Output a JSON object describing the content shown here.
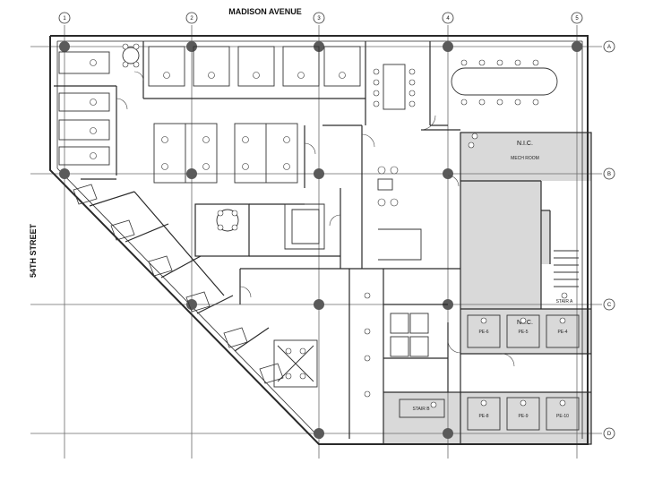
{
  "streets": {
    "north": "MADISON AVENUE",
    "west": "54TH STREET"
  },
  "grid_columns": [
    "1",
    "2",
    "3",
    "4",
    "5"
  ],
  "grid_rows": [
    "A",
    "B",
    "C",
    "D"
  ],
  "rooms": {
    "nic_upper": "N.I.C.",
    "mech_room": "MECH ROOM",
    "nic_lower": "N.I.C.",
    "stair_a": "STAIR A",
    "stair_b": "STAIR B"
  },
  "shafts_upper": [
    "PE-6",
    "PE-5",
    "PE-4"
  ],
  "shafts_lower": [
    "PE-8",
    "PE-9",
    "PE-10"
  ],
  "colors": {
    "line": "#2a2a2a",
    "grid": "#6a6a6a",
    "column": "#5a5a5a",
    "shade": "#d9d9d9"
  }
}
